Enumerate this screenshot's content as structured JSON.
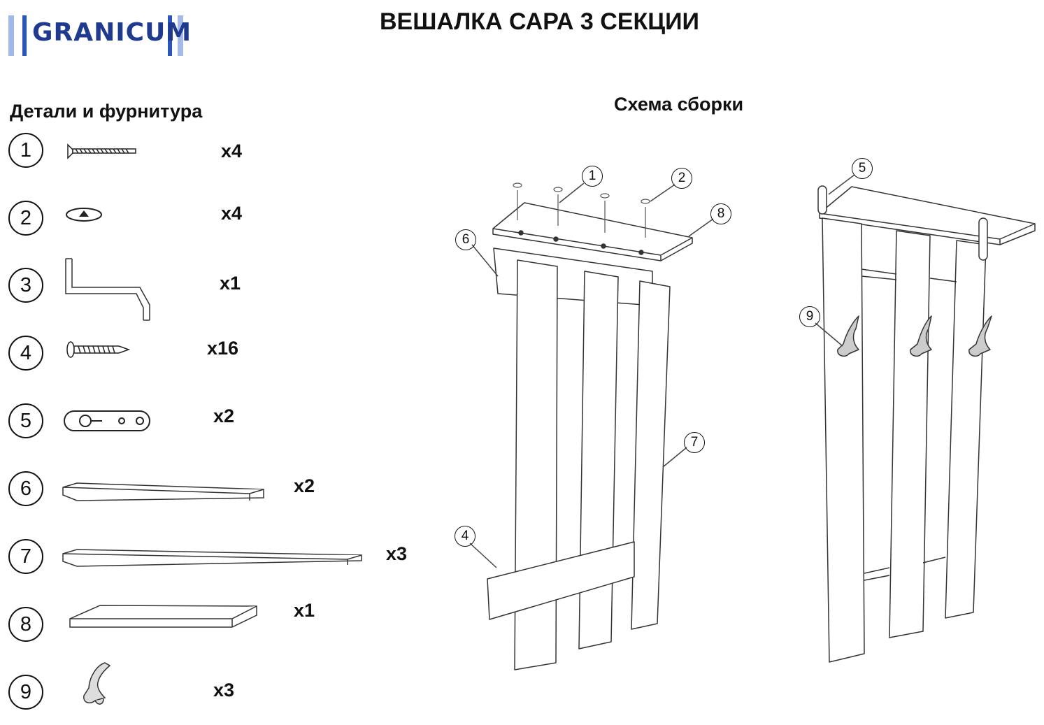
{
  "brand": "GRANICUM",
  "title": "ВЕШАЛКА САРА 3 СЕКЦИИ",
  "parts_heading": "Детали и фурнитура",
  "assembly_heading": "Схема сборки",
  "parts": [
    {
      "num": "1",
      "icon": "long-screw-icon",
      "qty": "x4"
    },
    {
      "num": "2",
      "icon": "screw-cap-icon",
      "qty": "x4"
    },
    {
      "num": "3",
      "icon": "hex-key-icon",
      "qty": "x1"
    },
    {
      "num": "4",
      "icon": "short-screw-icon",
      "qty": "x16"
    },
    {
      "num": "5",
      "icon": "hanging-plate-icon",
      "qty": "x2"
    },
    {
      "num": "6",
      "icon": "crossbar-panel-icon",
      "qty": "x2"
    },
    {
      "num": "7",
      "icon": "vertical-slat-icon",
      "qty": "x3"
    },
    {
      "num": "8",
      "icon": "shelf-panel-icon",
      "qty": "x1"
    },
    {
      "num": "9",
      "icon": "coat-hook-icon",
      "qty": "x3"
    }
  ],
  "callouts": {
    "exploded": [
      "1",
      "2",
      "8",
      "6",
      "7",
      "4"
    ],
    "assembled": [
      "5",
      "9"
    ]
  }
}
